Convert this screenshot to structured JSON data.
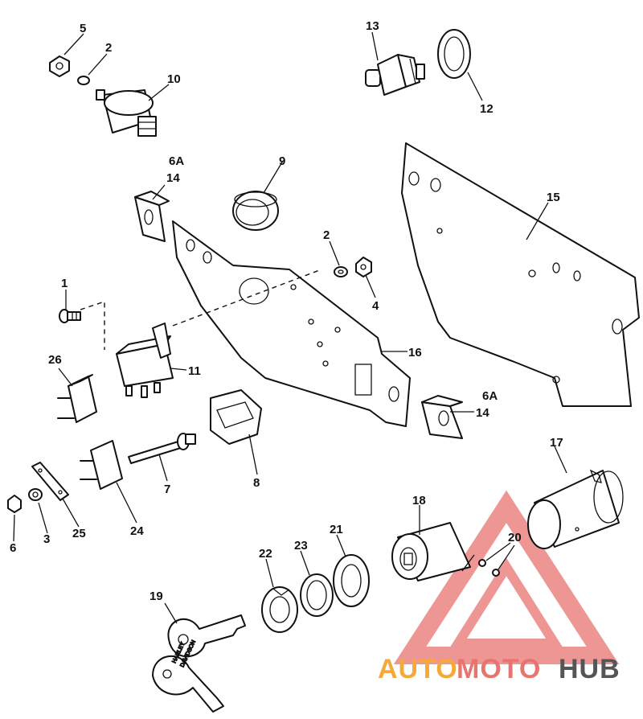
{
  "labels": {
    "p1": "1",
    "p2a": "2",
    "p2b": "2",
    "p3": "3",
    "p4": "4",
    "p5": "5",
    "p6": "6",
    "p6a_top": "6A",
    "p6a_right": "6A",
    "p7": "7",
    "p8": "8",
    "p9": "9",
    "p10": "10",
    "p11": "11",
    "p12": "12",
    "p13": "13",
    "p14a": "14",
    "p14b": "14",
    "p15": "15",
    "p16": "16",
    "p17": "17",
    "p18": "18",
    "p19": "19",
    "p20": "20",
    "p21": "21",
    "p22": "22",
    "p23": "23",
    "p24": "24",
    "p25": "25",
    "p26": "26"
  },
  "watermark": {
    "word_auto": "AUTO",
    "word_moto": "MOTO",
    "word_hub": "HUB",
    "color_orange": "#f4a93a",
    "color_red": "#e8736f",
    "color_gray": "#555555"
  },
  "keys": {
    "stamp_line1": "HARLEY",
    "stamp_line2": "DAVIDSON"
  }
}
